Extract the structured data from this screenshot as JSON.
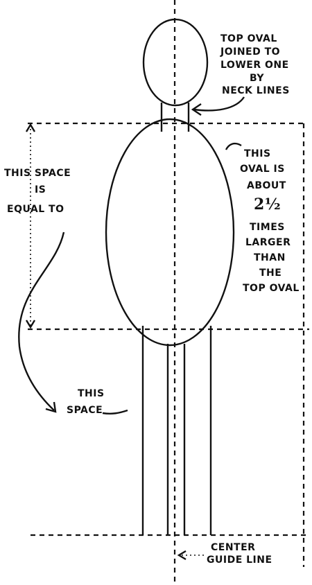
{
  "labels": {
    "top_oval_note": [
      "TOP OVAL",
      "JOINED TO",
      "LOWER ONE",
      "BY",
      "NECK LINES"
    ],
    "this_space_is_equal": [
      "THIS SPACE",
      "IS",
      "EQUAL TO"
    ],
    "this_space": [
      "THIS",
      "SPACE"
    ],
    "oval_size_note": [
      "THIS",
      "OVAL IS",
      "ABOUT"
    ],
    "ratio": "2½",
    "oval_size_note_2": [
      "TIMES",
      "LARGER",
      "THAN",
      "THE",
      "TOP OVAL"
    ],
    "center_guide": [
      "CENTER",
      "GUIDE LINE"
    ]
  }
}
